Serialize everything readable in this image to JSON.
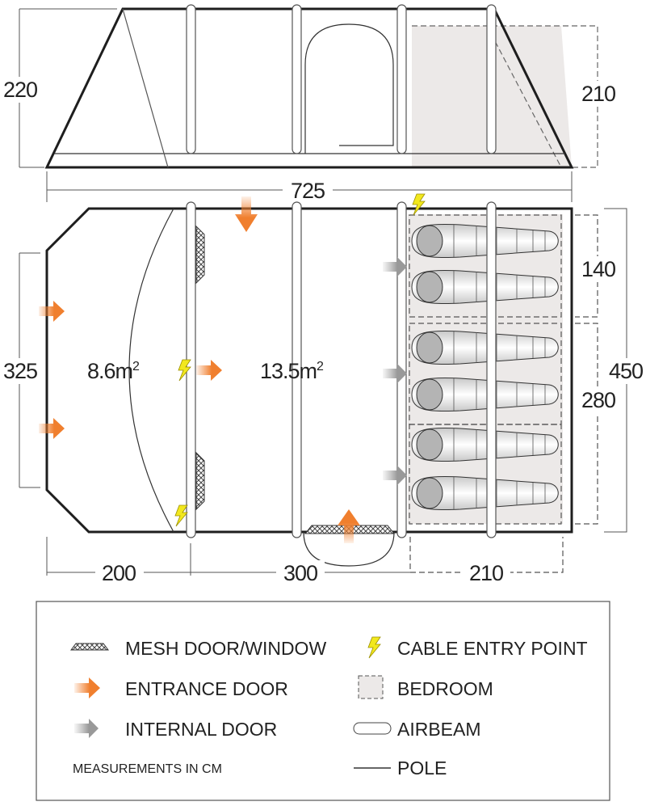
{
  "elevation": {
    "height_left": "220",
    "height_bedroom": "210",
    "length": "725"
  },
  "floorplan": {
    "width": "325",
    "depth": "450",
    "bedroom1_depth": "140",
    "bedroom2_depth": "280",
    "section_lengths": [
      "200",
      "300",
      "210"
    ],
    "area_porch": "8.6m",
    "area_living": "13.5m",
    "area_unit_sup": "2",
    "sleeping_bags": 6
  },
  "legend": {
    "mesh": "MESH DOOR/WINDOW",
    "cable": "CABLE ENTRY POINT",
    "entrance": "ENTRANCE DOOR",
    "bedroom": "BEDROOM",
    "internal": "INTERNAL DOOR",
    "airbeam": "AIRBEAM",
    "measurements": "MEASUREMENTS IN CM",
    "pole": "POLE"
  },
  "colors": {
    "entrance": "#f07f2e",
    "internal": "#a0a0a0",
    "bedroom": "#ece9e8",
    "cable": "#f2e81e",
    "outline": "#1e1e1e"
  }
}
